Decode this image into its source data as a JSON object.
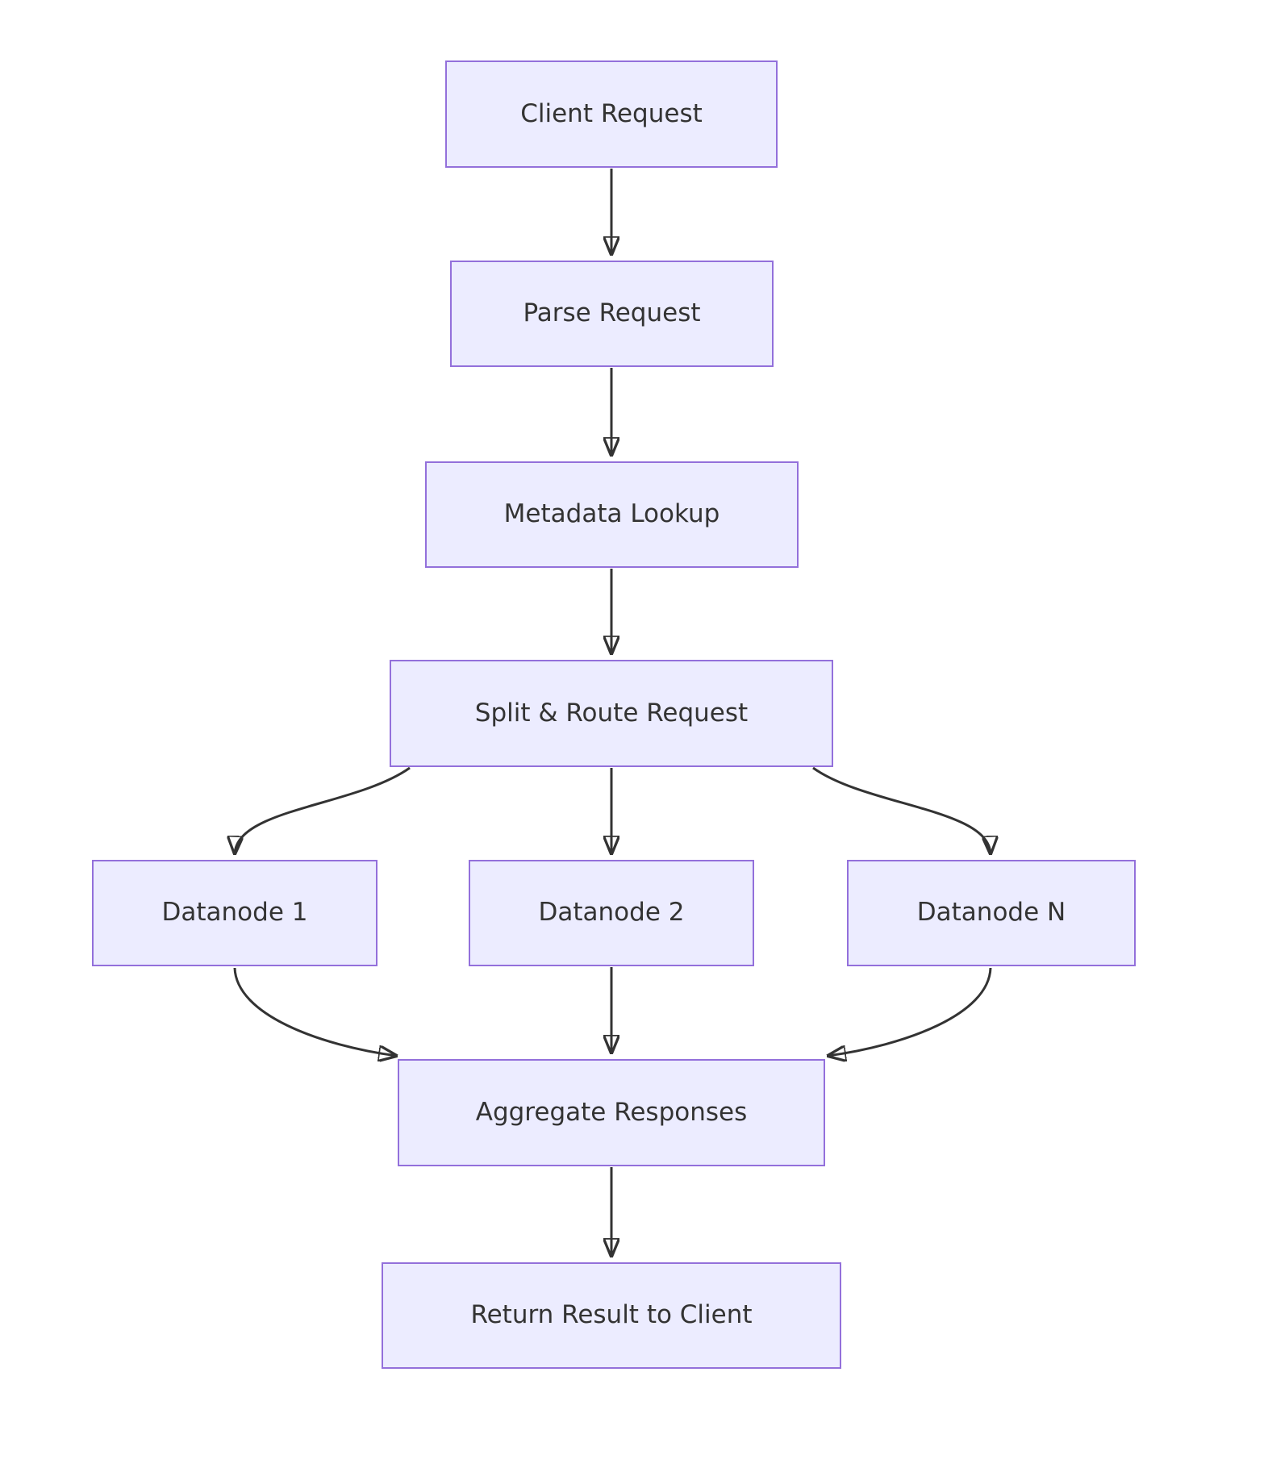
{
  "diagram": {
    "type": "flowchart",
    "direction": "top-down",
    "nodes": [
      {
        "id": "client",
        "label": "Client Request"
      },
      {
        "id": "parse",
        "label": "Parse Request"
      },
      {
        "id": "metadata",
        "label": "Metadata Lookup"
      },
      {
        "id": "split",
        "label": "Split & Route Request"
      },
      {
        "id": "datanode1",
        "label": "Datanode 1"
      },
      {
        "id": "datanode2",
        "label": "Datanode 2"
      },
      {
        "id": "datanodeN",
        "label": "Datanode N"
      },
      {
        "id": "aggregate",
        "label": "Aggregate Responses"
      },
      {
        "id": "return",
        "label": "Return Result to Client"
      }
    ],
    "edges": [
      {
        "from": "client",
        "to": "parse"
      },
      {
        "from": "parse",
        "to": "metadata"
      },
      {
        "from": "metadata",
        "to": "split"
      },
      {
        "from": "split",
        "to": "datanode1"
      },
      {
        "from": "split",
        "to": "datanode2"
      },
      {
        "from": "split",
        "to": "datanodeN"
      },
      {
        "from": "datanode1",
        "to": "aggregate"
      },
      {
        "from": "datanode2",
        "to": "aggregate"
      },
      {
        "from": "datanodeN",
        "to": "aggregate"
      },
      {
        "from": "aggregate",
        "to": "return"
      }
    ],
    "colors": {
      "node_fill": "#ECECFF",
      "node_border": "#9370DB",
      "edge": "#333333",
      "text": "#333333",
      "background": "#FFFFFF"
    }
  }
}
